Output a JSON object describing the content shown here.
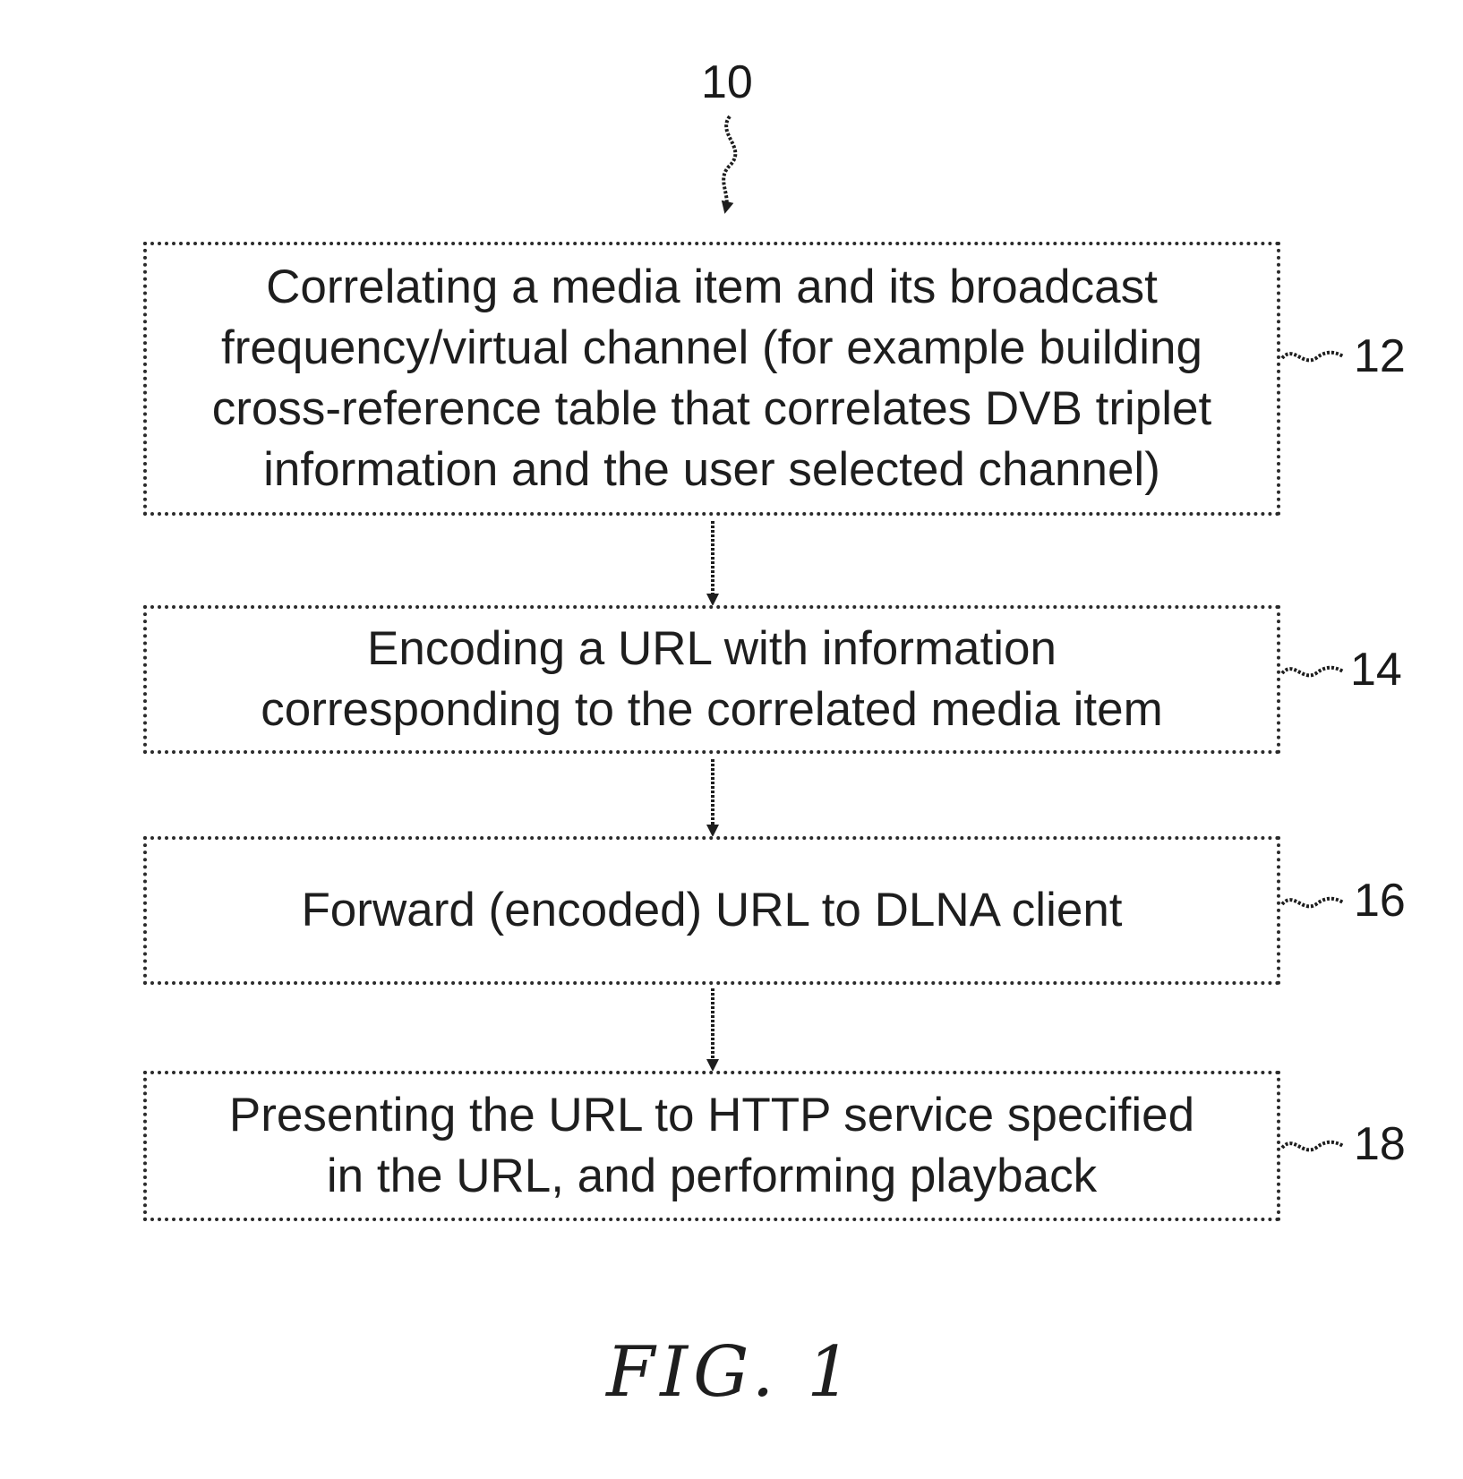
{
  "figure": {
    "reference_number": "10",
    "caption": "FIG. 1"
  },
  "steps": [
    {
      "ref": "12",
      "text": "Correlating a media item and its broadcast\nfrequency/virtual channel (for example building\ncross-reference table that correlates DVB triplet\ninformation and the user selected channel)"
    },
    {
      "ref": "14",
      "text": "Encoding a URL with information\ncorresponding to the correlated media item"
    },
    {
      "ref": "16",
      "text": "Forward (encoded) URL to DLNA client"
    },
    {
      "ref": "18",
      "text": "Presenting the URL to HTTP service specified\nin the URL, and  performing playback"
    }
  ]
}
